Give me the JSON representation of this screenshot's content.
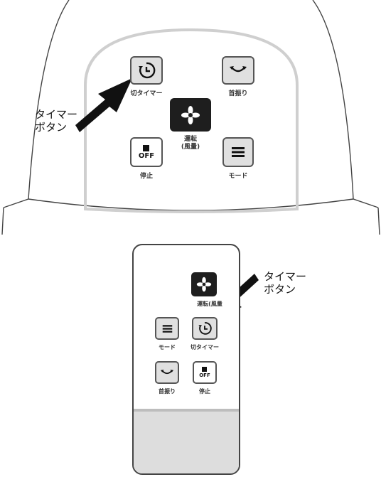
{
  "main_unit": {
    "timer": {
      "label": "切タイマー",
      "icon": "timer-clock-icon"
    },
    "swing": {
      "label": "首振り",
      "icon": "swing-icon"
    },
    "run": {
      "label_line1": "運転",
      "label_line2": "(風量)",
      "icon": "fan-icon"
    },
    "off": {
      "label": "停止",
      "icon_text": "OFF"
    },
    "mode": {
      "label": "モード",
      "icon": "menu-icon"
    }
  },
  "remote": {
    "run": {
      "label": "運転(風量",
      "icon": "fan-icon"
    },
    "mode": {
      "label": "モード",
      "icon": "menu-icon"
    },
    "timer": {
      "label": "切タイマー",
      "icon": "timer-clock-icon"
    },
    "swing": {
      "label": "首振り",
      "icon": "swing-icon"
    },
    "off": {
      "label": "停止",
      "icon_text": "OFF"
    }
  },
  "callouts": {
    "top": {
      "line1": "タイマー",
      "line2": "ボタン"
    },
    "bottom": {
      "line1": "タイマー",
      "line2": "ボタン"
    }
  }
}
